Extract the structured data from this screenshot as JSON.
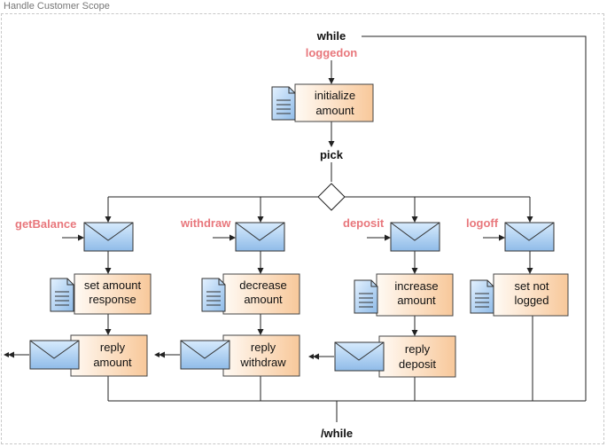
{
  "scope": {
    "title": "Handle Customer Scope"
  },
  "loop": {
    "start": "while",
    "condition": "loggedon",
    "end": "/while"
  },
  "init": {
    "line1": "initialize",
    "line2": "amount"
  },
  "pick": {
    "label": "pick"
  },
  "branches": [
    {
      "event": "getBalance",
      "action_line1": "set amount",
      "action_line2": "response",
      "reply_line1": "reply",
      "reply_line2": "amount"
    },
    {
      "event": "withdraw",
      "action_line1": "decrease",
      "action_line2": "amount",
      "reply_line1": "reply",
      "reply_line2": "withdraw"
    },
    {
      "event": "deposit",
      "action_line1": "increase",
      "action_line2": "amount",
      "reply_line1": "reply",
      "reply_line2": "deposit"
    },
    {
      "event": "logoff",
      "action_line1": "set not",
      "action_line2": "logged"
    }
  ],
  "colors": {
    "event_text": "#e8777c",
    "activity_fill": "#fbdcbc",
    "icon_fill": "#a9cdef",
    "line": "#222222"
  }
}
